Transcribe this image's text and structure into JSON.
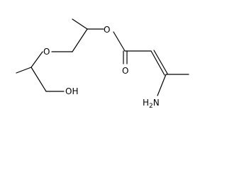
{
  "molecule": {
    "atoms": {
      "ether_oxygen": "O",
      "ester_oxygen": "O",
      "carbonyl_oxygen": "O",
      "hydroxyl": "OH",
      "amine_main": "H",
      "amine_sub": "2",
      "amine_tail": "N"
    }
  }
}
